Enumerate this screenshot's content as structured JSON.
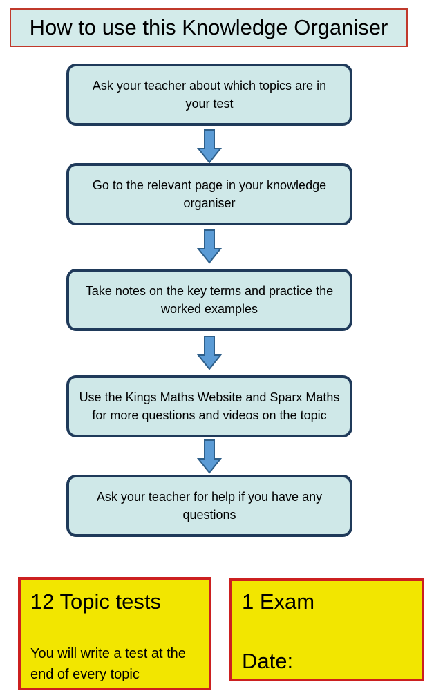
{
  "title": "How to use this Knowledge Organiser",
  "steps": [
    {
      "text": "Ask your teacher about which topics are in your test"
    },
    {
      "text": "Go to the relevant page in your knowledge organiser"
    },
    {
      "text": "Take notes on the key terms and practice the worked examples"
    },
    {
      "text": "Use the Kings Maths Website and Sparx Maths for more questions and videos on the topic"
    },
    {
      "text": "Ask your teacher for help if you have any questions"
    }
  ],
  "topic_tests": {
    "heading": "12 Topic tests",
    "note": "You will write a test at the end of every topic"
  },
  "exam": {
    "heading": "1 Exam",
    "date_label": "Date:"
  },
  "colors": {
    "box_fill": "#cfe8e8",
    "box_border": "#1f3a5a",
    "title_border": "#c0392b",
    "arrow_fill": "#5b9bd5",
    "arrow_stroke": "#2e5f8a",
    "yellow_fill": "#f2e600",
    "yellow_border": "#cc2020"
  }
}
